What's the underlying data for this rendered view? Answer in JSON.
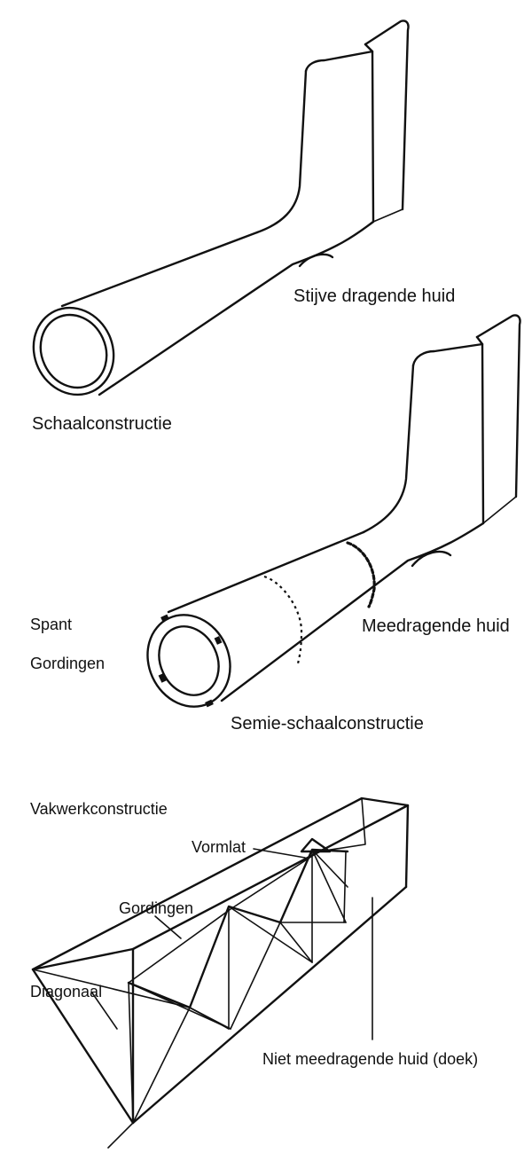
{
  "figure_1": {
    "label_skin": "Stijve dragende huid",
    "label_type": "Schaalconstructie"
  },
  "figure_2": {
    "label_frame": "Spant",
    "label_stringers": "Gordingen",
    "label_skin": "Meedragende huid",
    "label_type": "Semie-schaalconstructie"
  },
  "figure_3": {
    "label_type": "Vakwerkconstructie",
    "label_former": "Vormlat",
    "label_longerons": "Gordingen",
    "label_diagonal": "Diagonaal",
    "label_skin": "Niet meedragende huid (doek)"
  }
}
